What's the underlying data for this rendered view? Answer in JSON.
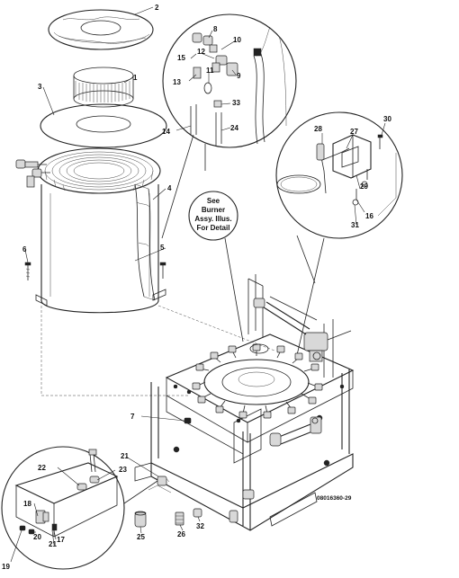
{
  "callouts": {
    "c1": "1",
    "c2": "2",
    "c3": "3",
    "c4": "4",
    "c5": "5",
    "c6": "6",
    "c7": "7",
    "c8": "8",
    "c9": "9",
    "c10": "10",
    "c11": "11",
    "c12": "12",
    "c13": "13",
    "c14": "14",
    "c15": "15",
    "c16": "16",
    "c17": "17",
    "c18": "18",
    "c19": "19",
    "c20": "20",
    "c21a": "21",
    "c21b": "21",
    "c22": "22",
    "c23": "23",
    "c24": "24",
    "c25": "25",
    "c26": "26",
    "c27": "27",
    "c28": "28",
    "c29": "29",
    "c30": "30",
    "c31": "31",
    "c32": "32",
    "c33": "33"
  },
  "note": {
    "line1": "See",
    "line2": "Burner",
    "line3": "Assy. Illus.",
    "line4": "For Detail"
  },
  "drawing_number": "08016360-29"
}
